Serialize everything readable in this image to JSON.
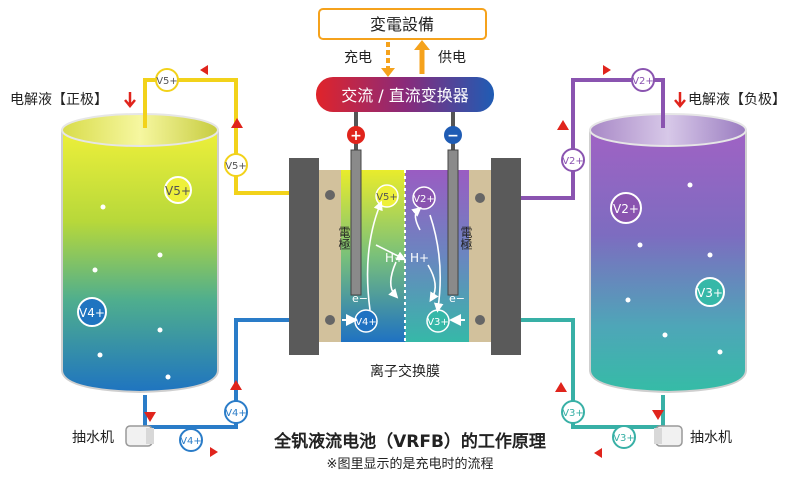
{
  "equipment_label": "変電設備",
  "charge_label": "充电",
  "supply_label": "供电",
  "converter_label": "交流 / 直流变换器",
  "plus_sign": "+",
  "minus_sign": "−",
  "left_tank_label": "电解液【正极】",
  "right_tank_label": "电解液【负极】",
  "electrode_label": "電極",
  "membrane_label": "离子交换膜",
  "pump_label": "抽水机",
  "title": "全钒液流电池（VRFB）的工作原理",
  "note": "※图里显示的是充电时的流程",
  "ions": {
    "v5": "V5+",
    "v4": "V4+",
    "v2": "V2+",
    "v3": "V3+",
    "h": "H+",
    "e": "e−"
  },
  "colors": {
    "positive_top": "#e8ec2a",
    "positive_bottom": "#2680c8",
    "negative_top": "#9a5cc0",
    "negative_bottom": "#3ab8a8",
    "yellow_pipe": "#f2d21a",
    "purple_pipe": "#8a54b0",
    "blue_pipe": "#2a7cc8",
    "teal_pipe": "#38b0a6",
    "arrow_red": "#e0241c",
    "arrow_orange": "#f5a21c"
  }
}
